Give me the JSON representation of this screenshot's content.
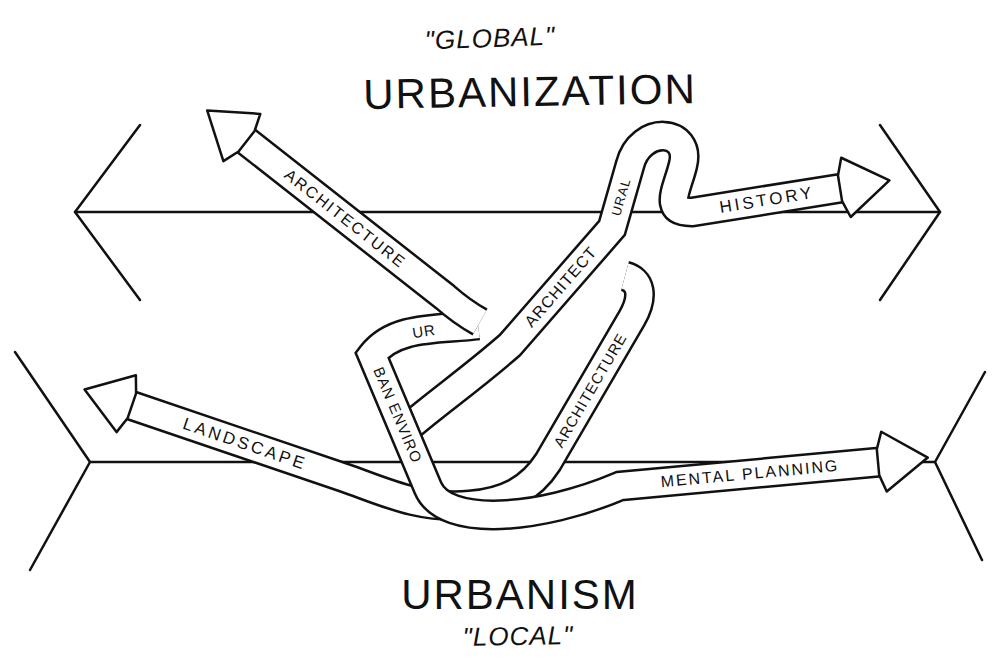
{
  "diagram": {
    "labels": [
      "\"GLOBAL\"",
      "URBANIZATION",
      "ARCHITECTURE",
      "ARCHITECT",
      "URAL",
      "HISTORY",
      "UR",
      "BAN ENVIRO",
      "LANDSCAPE",
      "ARCHITECTURE",
      "MENTAL PLANNING",
      "URBANISM",
      "\"LOCAL\""
    ]
  }
}
